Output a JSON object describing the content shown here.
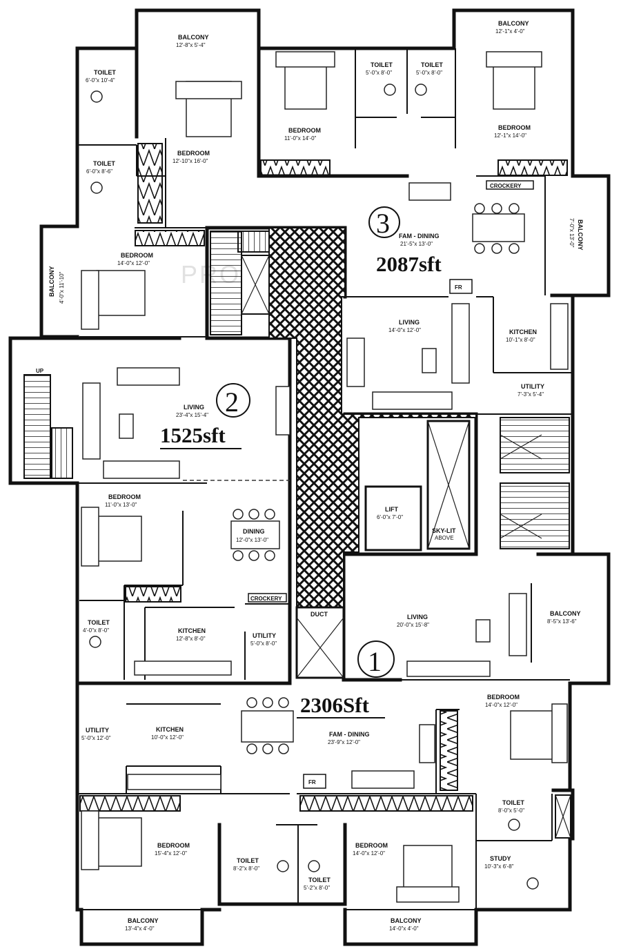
{
  "watermark": "PROPTIGER",
  "units": [
    {
      "number": "1",
      "area": "2306Sft"
    },
    {
      "number": "2",
      "area": "1525sft"
    },
    {
      "number": "3",
      "area": "2087sft"
    }
  ],
  "rooms": {
    "u3_balcony_left": {
      "name": "BALCONY",
      "dim": "12'-8\"x 5'-4\""
    },
    "u3_toilet_top_left": {
      "name": "TOILET",
      "dim": "6'-0\"x 10'-4\""
    },
    "u3_bedroom_top_left": {
      "name": "BEDROOM",
      "dim": "12'-10\"x 16'-0\""
    },
    "u3_toilet_left2": {
      "name": "TOILET",
      "dim": "6'-0\"x 8'-6\""
    },
    "u3_bedroom_mid": {
      "name": "BEDROOM",
      "dim": "11'-0\"x 14'-0\""
    },
    "u3_toilet_a": {
      "name": "TOILET",
      "dim": "5'-0\"x 8'-0\""
    },
    "u3_toilet_b": {
      "name": "TOILET",
      "dim": "5'-0\"x 8'-0\""
    },
    "u3_balcony_right": {
      "name": "BALCONY",
      "dim": "12'-1\"x 4'-0\""
    },
    "u3_bedroom_right": {
      "name": "BEDROOM",
      "dim": "12'-1\"x 14'-0\""
    },
    "u3_fam_dining": {
      "name": "FAM - DINING",
      "dim": "21'-5\"x 13'-0\""
    },
    "u3_balcony_side": {
      "name": "BALCONY",
      "dim": "7'-0\"x 13'-0\""
    },
    "u3_living": {
      "name": "LIVING",
      "dim": "14'-0\"x 12'-0\""
    },
    "u3_kitchen": {
      "name": "KITCHEN",
      "dim": "10'-1\"x 8'-0\""
    },
    "u3_utility": {
      "name": "UTILITY",
      "dim": "7'-3\"x 5'-4\""
    },
    "u2_balcony": {
      "name": "BALCONY",
      "dim": "4'-0\"x 11'-10\""
    },
    "u2_bedroom_top": {
      "name": "BEDROOM",
      "dim": "14'-0\"x 12'-0\""
    },
    "u2_living": {
      "name": "LIVING",
      "dim": "23'-4\"x 15'-4\""
    },
    "u2_bedroom": {
      "name": "BEDROOM",
      "dim": "11'-0\"x 13'-0\""
    },
    "u2_dining": {
      "name": "DINING",
      "dim": "12'-0\"x 13'-0\""
    },
    "u2_toilet": {
      "name": "TOILET",
      "dim": "4'-0\"x 8'-0\""
    },
    "u2_kitchen": {
      "name": "KITCHEN",
      "dim": "12'-8\"x 8'-0\""
    },
    "u2_utility": {
      "name": "UTILITY",
      "dim": "5'-0\"x 8'-0\""
    },
    "lift": {
      "name": "LIFT",
      "dim": "6'-0\"x 7'-0\""
    },
    "skylit": {
      "name": "SKY-LIT",
      "dim": "ABOVE"
    },
    "duct": {
      "name": "DUCT",
      "dim": ""
    },
    "u1_living": {
      "name": "LIVING",
      "dim": "20'-0\"x 15'-8\""
    },
    "u1_balcony_right": {
      "name": "BALCONY",
      "dim": "8'-5\"x 13'-6\""
    },
    "u1_bedroom_right": {
      "name": "BEDROOM",
      "dim": "14'-0\"x 12'-0\""
    },
    "u1_utility": {
      "name": "UTILITY",
      "dim": "5'-0\"x 12'-0\""
    },
    "u1_kitchen": {
      "name": "KITCHEN",
      "dim": "10'-0\"x 12'-0\""
    },
    "u1_fam_dining": {
      "name": "FAM - DINING",
      "dim": "23'-9\"x 12'-0\""
    },
    "u1_toilet_right": {
      "name": "TOILET",
      "dim": "8'-0\"x 5'-0\""
    },
    "u1_bedroom_left": {
      "name": "BEDROOM",
      "dim": "15'-4\"x 12'-0\""
    },
    "u1_toilet_a": {
      "name": "TOILET",
      "dim": "8'-2\"x 8'-0\""
    },
    "u1_toilet_b": {
      "name": "TOILET",
      "dim": "5'-2\"x 8'-0\""
    },
    "u1_bedroom_mid": {
      "name": "BEDROOM",
      "dim": "14'-0\"x 12'-0\""
    },
    "u1_study": {
      "name": "STUDY",
      "dim": "10'-3\"x 6'-8\""
    },
    "u1_balcony_left": {
      "name": "BALCONY",
      "dim": "13'-4\"x 4'-0\""
    },
    "u1_balcony_mid": {
      "name": "BALCONY",
      "dim": "14'-0\"x 4'-0\""
    }
  },
  "tags": {
    "crockery": "CROCKERY",
    "fr": "FR",
    "up": "UP"
  }
}
